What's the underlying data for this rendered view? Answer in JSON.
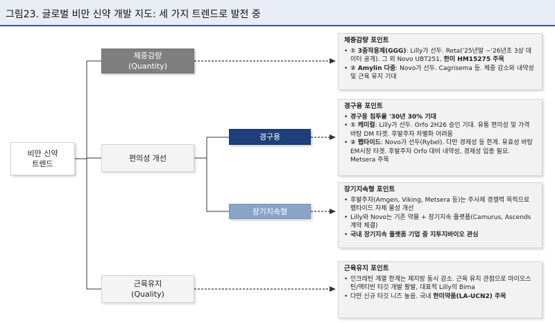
{
  "title": "그림23. 글로벌 비만 신약 개발 지도: 세 가지 트렌드로 발전 중",
  "root": {
    "line1": "비만 신약",
    "line2": "트렌드"
  },
  "branches": {
    "weight": {
      "line1": "체중감량",
      "line2": "(Quantity)"
    },
    "convenience": {
      "line1": "편의성 개선"
    },
    "oral": {
      "line1": "경구용"
    },
    "longacting": {
      "line1": "장기지속형"
    },
    "quality": {
      "line1": "근육유지",
      "line2": "(Quality)"
    }
  },
  "panels": {
    "weight": {
      "heading": "체중감량 포인트",
      "bullets": [
        [
          {
            "t": "① 3중작용제(GGG)",
            "b": true
          },
          {
            "t": ": Lilly가 선두. Reta('25년말 ~'26년초 3상 데이터 공개). 그 외 Novo UBT251, "
          },
          {
            "t": "한미 HM15275 주목",
            "b": true
          }
        ],
        [
          {
            "t": "② Amylin 다중",
            "b": true
          },
          {
            "t": ": Novo가 선두. Cagrisema 등. 체중 감소와 내약성 및 근육 유지 기대"
          }
        ]
      ]
    },
    "oral": {
      "heading": "경구용 포인트",
      "bullets": [
        [
          {
            "t": "경구용 침투율 '30년 30% 기대",
            "b": true
          }
        ],
        [
          {
            "t": "① 케미컬",
            "b": true
          },
          {
            "t": ": Lilly가 선두. Orfo 2H26 승인 기대. 유통 편의성 및 가격 바탕 DM 타겟. 후발주자 차별화 어려움"
          }
        ],
        [
          {
            "t": "② 펩타이드",
            "b": true
          },
          {
            "t": ": Novo가 선두(Rybel). 다만 경제성 등 한계. 유효성 바탕 EM시장 타겟. 후발주자 Orfo 대비 내약성, 경제성 입증 필요. Metsera 주목"
          }
        ]
      ]
    },
    "longacting": {
      "heading": "장기지속형 포인트",
      "bullets": [
        [
          {
            "t": "후발주자(Amgen, Viking, Metsera 등)는 주사제 경쟁력 목적으로 펩타이드 자체 물성 개선"
          }
        ],
        [
          {
            "t": "Lilly와 Novo는 기존 약물 + 장기지속 플랫폼(Camurus, Ascends 계약 체결)"
          }
        ],
        [
          {
            "t": "국내 장기지속 플랫폼 기업 중 지투지바이오 관심",
            "b": true
          }
        ]
      ]
    },
    "quality": {
      "heading": "근육유지 포인트",
      "bullets": [
        [
          {
            "t": "인크레틴 계열 한계는 제지방 동시 감소. 근육 유지 관점으로 마이오스틴/액티빈 타깃 개발 활발, 대표적 Lilly의 Bima"
          }
        ],
        [
          {
            "t": "다만 신규 타깃 니즈 높음. 국내 "
          },
          {
            "t": "한미약품(LA-UCN2) 주목",
            "b": true
          }
        ]
      ]
    }
  },
  "colors": {
    "title_bg": "#e8edf5",
    "dark_gray": "#7f7f7f",
    "navy": "#1f3f7a",
    "steel": "#8aa3c6",
    "panel_bg": "#f2f2f2"
  }
}
